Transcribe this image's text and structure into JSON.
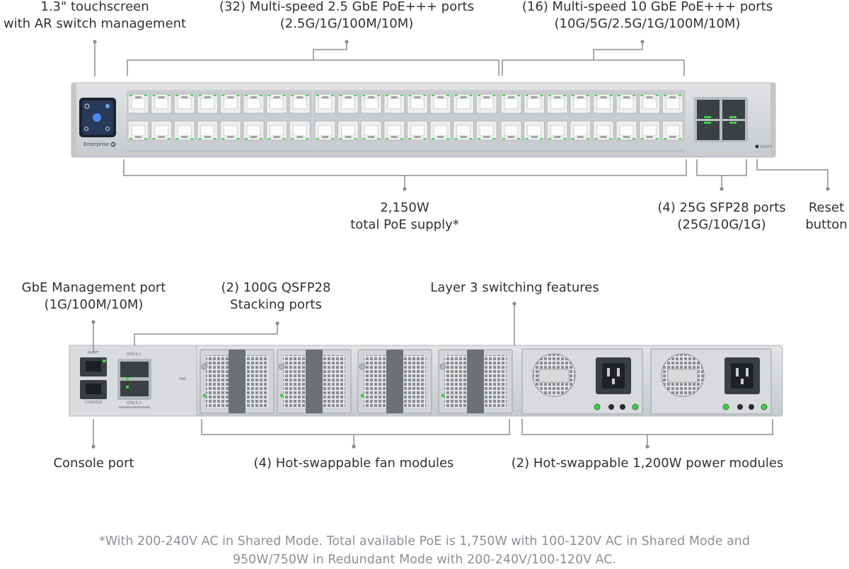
{
  "front": {
    "touchscreen": {
      "line1": "1.3\" touchscreen",
      "line2": "with AR switch management"
    },
    "ports_25": {
      "line1": "(32) Multi-speed 2.5 GbE PoE+++ ports",
      "line2": "(2.5G/1G/100M/10M)"
    },
    "ports_10": {
      "line1": "(16) Multi-speed 10 GbE PoE+++ ports",
      "line2": "(10G/5G/2.5G/1G/100M/10M)"
    },
    "poe_supply": {
      "line1": "2,150W",
      "line2": "total PoE supply*"
    },
    "sfp28": {
      "line1": "(4) 25G SFP28 ports",
      "line2": "(25G/10G/1G)"
    },
    "reset": {
      "line1": "Reset",
      "line2": "button"
    },
    "device_brand": "Enterprise",
    "device_model": "5",
    "reset_print": "RESET"
  },
  "rear": {
    "mgmt": {
      "line1": "GbE Management port",
      "line2": "(1G/100M/10M)"
    },
    "qsfp": {
      "line1": "(2) 100G QSFP28",
      "line2": "Stacking ports"
    },
    "layer3": "Layer 3 switching features",
    "console": "Console port",
    "fans": "(4) Hot-swappable fan modules",
    "power": "(2) Hot-swappable 1,200W power modules",
    "mgmt_print": "MGMT",
    "console_print": "CONSOLE",
    "stack1_print": "STACK 1",
    "stack2_print": "STACK 2",
    "fan_print": "FAN"
  },
  "footnote": {
    "line1": "*With 200-240V AC in Shared Mode. Total available PoE is 1,750W with 100-120V AC in Shared Mode and",
    "line2": "950W/750W in Redundant Mode with 200-240V/100-120V AC."
  },
  "colors": {
    "chassis": "#d4d6d9",
    "chassis_edge": "#b3b6ba",
    "port": "#f2f3f3",
    "led": "#3fcf4a",
    "line": "#8a8d92",
    "footnote": "#8e9097"
  }
}
